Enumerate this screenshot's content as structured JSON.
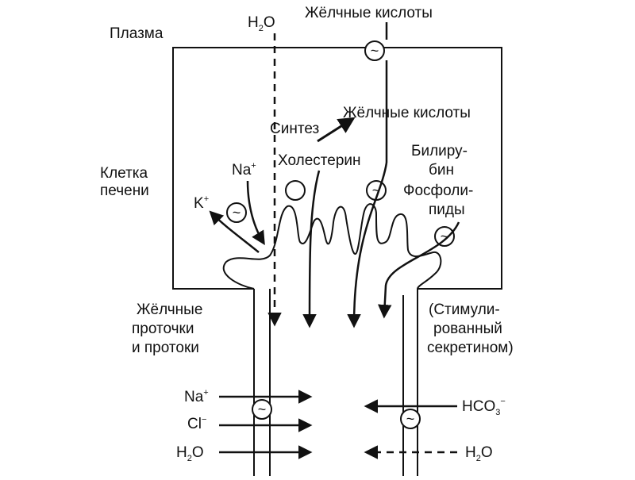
{
  "labels": {
    "plasma": "Плазма",
    "h2o_top": "H",
    "h2o_top_sub": "2",
    "h2o_top_o": "O",
    "bile_acids_top": "Жёлчные кислоты",
    "bile_acids_mid": "Жёлчные кислоты",
    "synthesis": "Синтез",
    "cholesterol": "Холестерин",
    "liver_cell_1": "Клетка",
    "liver_cell_2": "печени",
    "na_top": "Na",
    "na_top_sup": "+",
    "k_top": "K",
    "k_top_sup": "+",
    "bilirubin_1": "Билиру-",
    "bilirubin_2": "бин",
    "phospholipids_1": "Фосфоли-",
    "phospholipids_2": "пиды",
    "ducts_1": "Жёлчные",
    "ducts_2": "проточки",
    "ducts_3": "и протоки",
    "secretin_1": "(Стимули-",
    "secretin_2": "рованный",
    "secretin_3": "секретином)",
    "na_bottom": "Na",
    "na_bottom_sup": "+",
    "cl_bottom": "Cl",
    "cl_bottom_sup": "−",
    "h2o_left": "H",
    "h2o_left_sub": "2",
    "h2o_left_o": "O",
    "hco3": "HCO",
    "hco3_sub": "3",
    "hco3_sup": "−",
    "h2o_right": "H",
    "h2o_right_sub": "2",
    "h2o_right_o": "O"
  },
  "transporter_symbol": "~"
}
